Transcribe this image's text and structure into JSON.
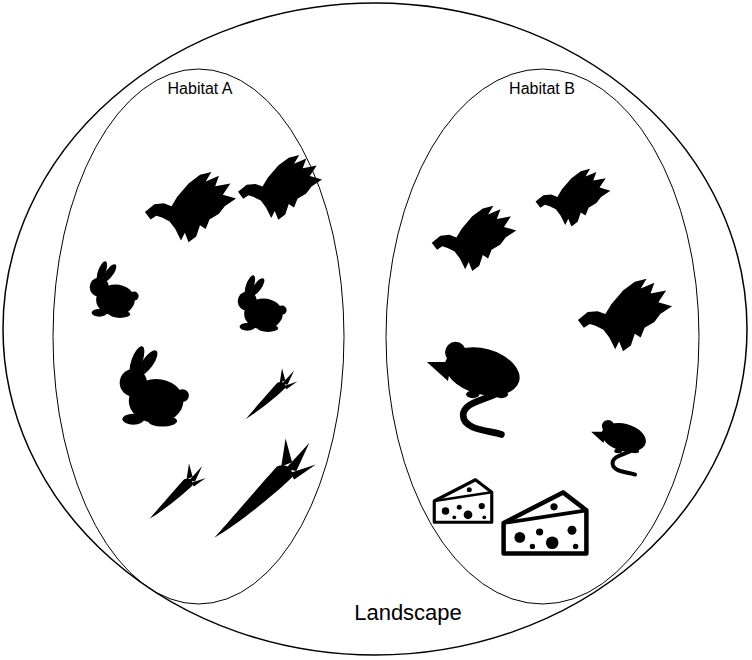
{
  "diagram": {
    "nodes": [
      {
        "text": [
          "Landscape"
        ]
      },
      {
        "text": [
          "Habitat A"
        ],
        "in": 0
      },
      {
        "text": [
          "Habitat B"
        ],
        "in": 0
      }
    ]
  }
}
